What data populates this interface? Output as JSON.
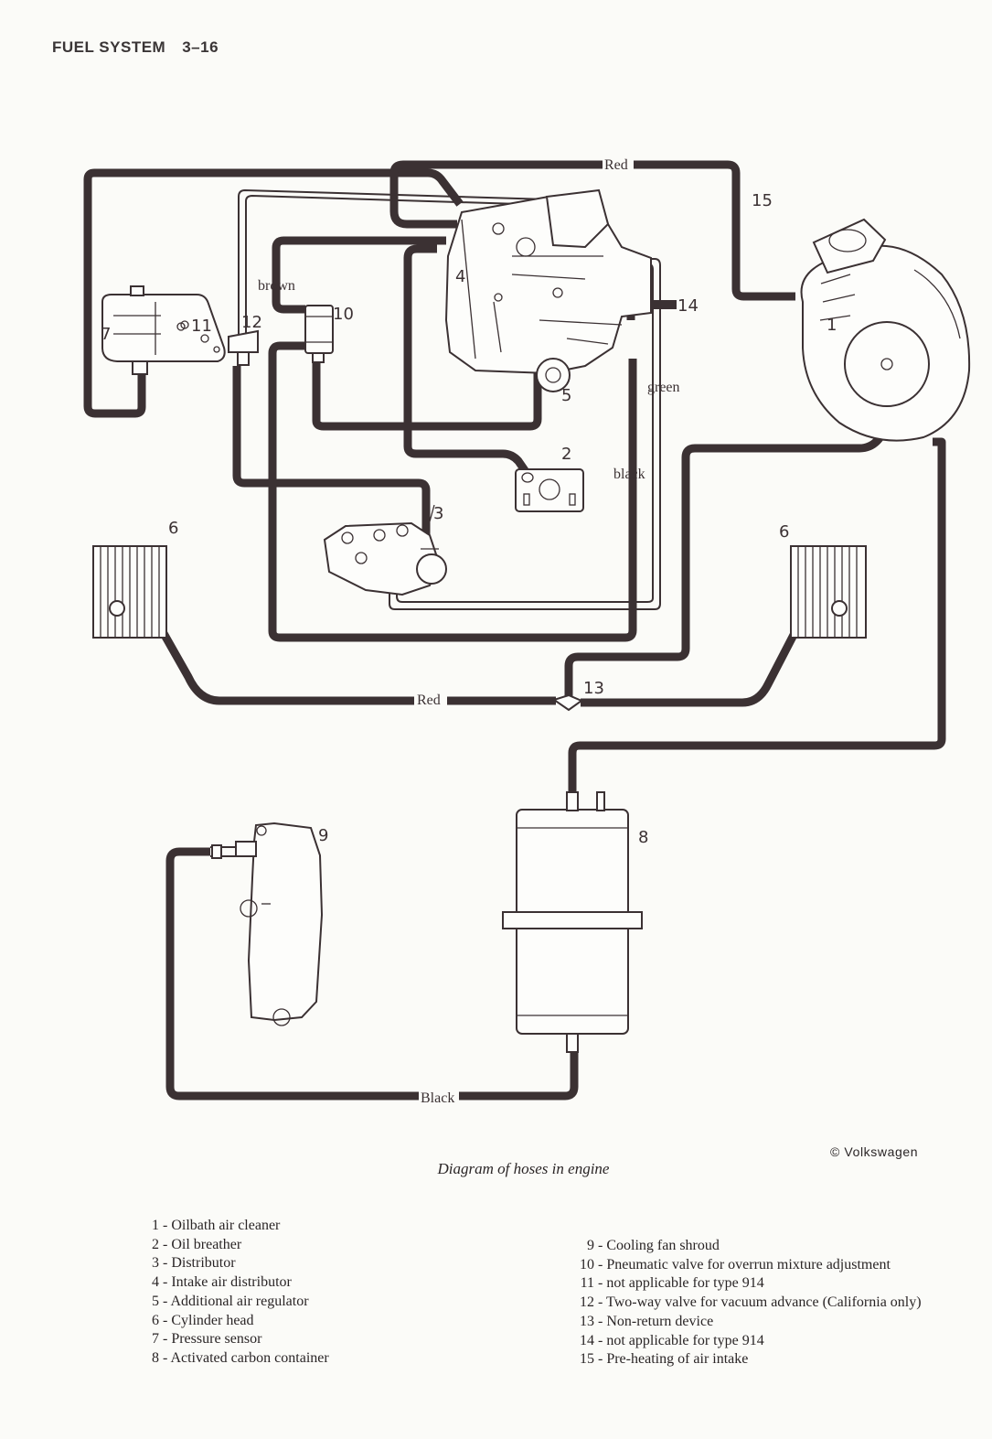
{
  "header": {
    "section": "FUEL SYSTEM",
    "page": "3–16"
  },
  "caption": "Diagram of hoses in engine",
  "copyright": "© Volkswagen",
  "hose_labels": {
    "red_top": "Red",
    "red_bottom": "Red",
    "black_bottom": "Black",
    "brown": "brown",
    "green": "green",
    "black": "black"
  },
  "callouts": {
    "c1": "1",
    "c2": "2",
    "c3": "3",
    "c4": "4",
    "c5": "5",
    "c6_left": "6",
    "c6_right": "6",
    "c7": "7",
    "c8": "8",
    "c9": "9",
    "c10": "10",
    "c11": "11",
    "c12": "12",
    "c13": "13",
    "c14": "14",
    "c15": "15"
  },
  "legend_left": [
    {
      "num": "1",
      "text": "Oilbath air cleaner"
    },
    {
      "num": "2",
      "text": "Oil breather"
    },
    {
      "num": "3",
      "text": "Distributor"
    },
    {
      "num": "4",
      "text": "Intake air distributor"
    },
    {
      "num": "5",
      "text": "Additional air regulator"
    },
    {
      "num": "6",
      "text": "Cylinder head"
    },
    {
      "num": "7",
      "text": "Pressure sensor"
    },
    {
      "num": "8",
      "text": "Activated carbon container"
    }
  ],
  "legend_right": [
    {
      "num": "9",
      "text": "Cooling fan shroud"
    },
    {
      "num": "10",
      "text": "Pneumatic valve for overrun mixture adjustment"
    },
    {
      "num": "11",
      "text": "not applicable for type 914"
    },
    {
      "num": "12",
      "text": "Two-way valve for vacuum advance (California only)"
    },
    {
      "num": "13",
      "text": "Non-return device"
    },
    {
      "num": "14",
      "text": "not applicable for type 914"
    },
    {
      "num": "15",
      "text": "Pre-heating of air intake"
    }
  ]
}
